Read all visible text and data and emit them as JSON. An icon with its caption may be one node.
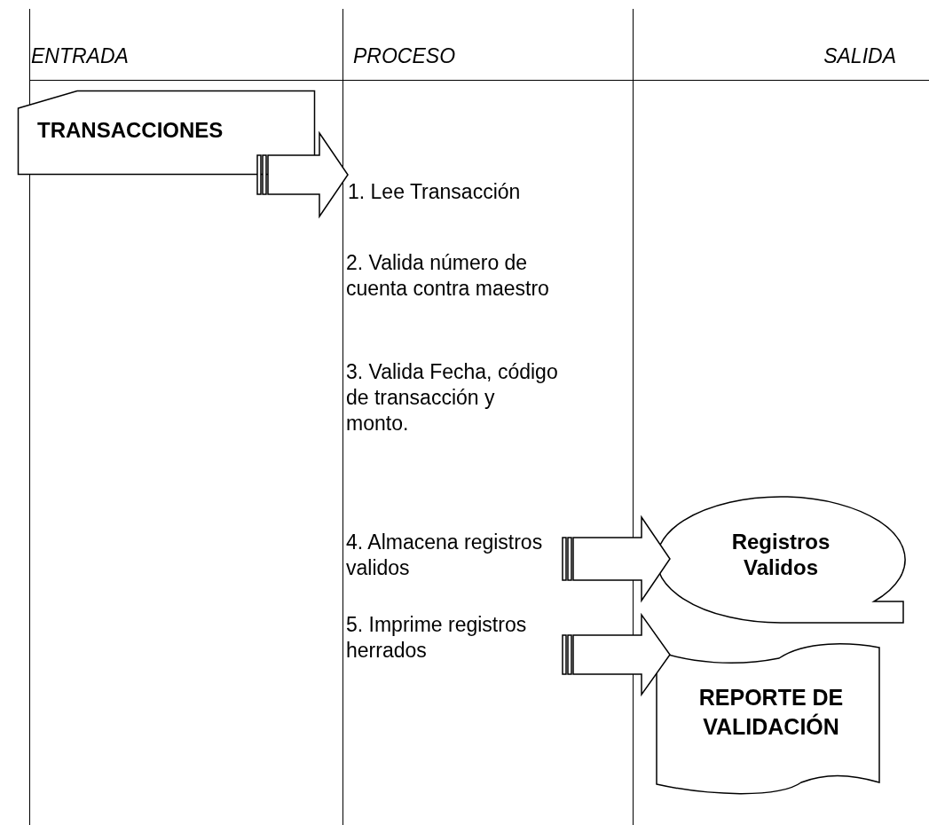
{
  "diagram": {
    "nodes": [
      {
        "text": [
          "TRANSACCIONES"
        ]
      },
      {
        "text": [
          "1. Lee Transacción"
        ]
      },
      {
        "text": [
          "4. Almacena registros validos"
        ]
      },
      {
        "text": [
          "5. Imprime registros herrados"
        ]
      },
      {
        "text": [
          "Registros Validos"
        ]
      },
      {
        "text": [
          "REPORTE DE VALIDACIÓN"
        ]
      }
    ],
    "edges": [
      {
        "from": 0,
        "to": 1,
        "arrow": "to"
      },
      {
        "from": 2,
        "to": 4,
        "arrow": "to"
      },
      {
        "from": 3,
        "to": 5,
        "arrow": "to"
      }
    ],
    "labels": [
      "ENTRADA",
      "PROCESO",
      "SALIDA",
      "2. Valida número de cuenta contra maestro",
      "3. Valida Fecha, código de transacción y monto."
    ]
  }
}
